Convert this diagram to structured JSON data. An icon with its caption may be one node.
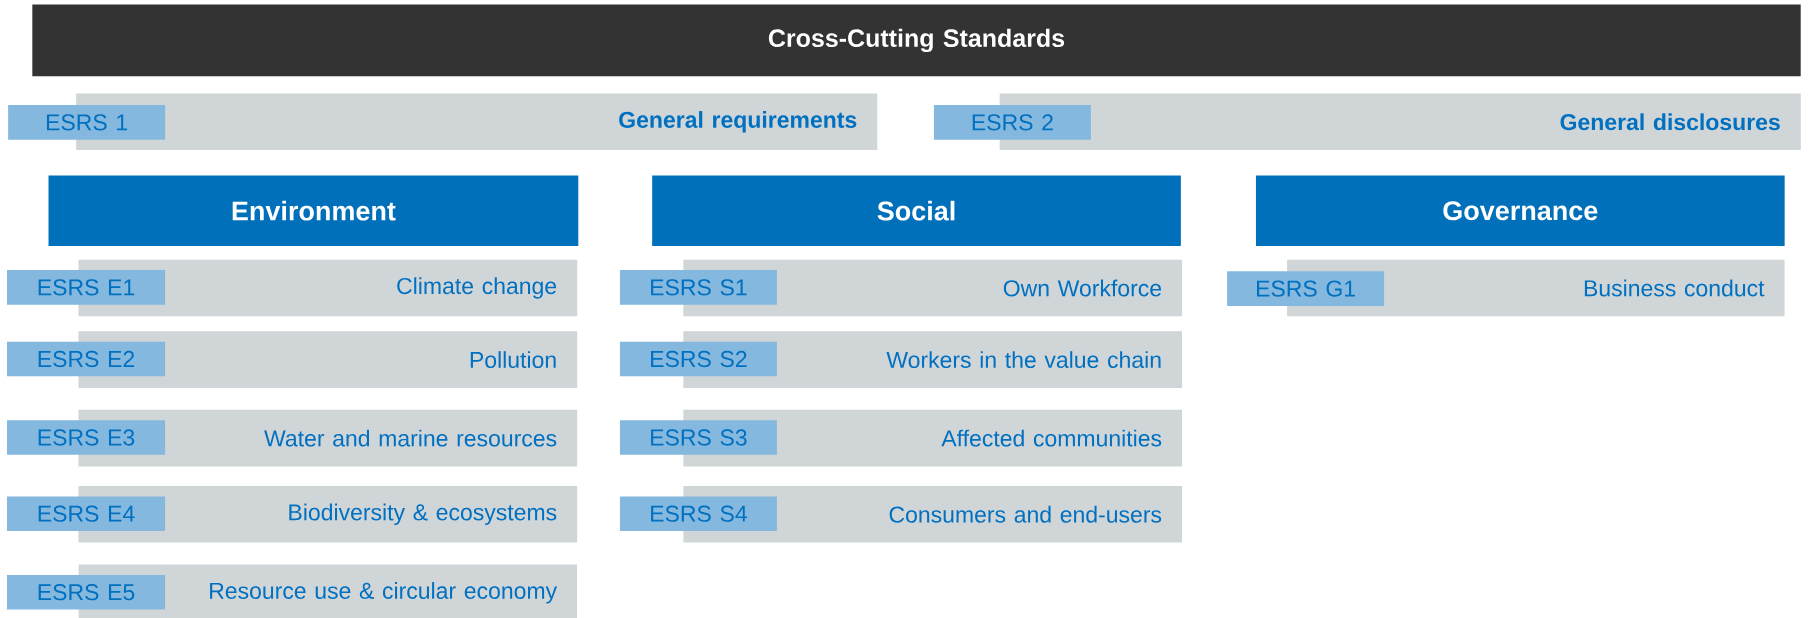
{
  "diagram": {
    "nodes": [
      {
        "text": [
          "Cross-Cutting Standards"
        ]
      },
      {
        "text": [
          "General requirements"
        ]
      },
      {
        "text": [
          "ESRS 1"
        ]
      },
      {
        "text": [
          "General disclosures"
        ]
      },
      {
        "text": [
          "ESRS 2"
        ]
      },
      {
        "text": [
          "Environment"
        ]
      },
      {
        "text": [
          "Climate change"
        ]
      },
      {
        "text": [
          "ESRS E1"
        ]
      },
      {
        "text": [
          "Pollution"
        ]
      },
      {
        "text": [
          "ESRS E2"
        ]
      },
      {
        "text": [
          "Water and marine resources"
        ]
      },
      {
        "text": [
          "ESRS E3"
        ]
      },
      {
        "text": [
          "Biodiversity & ecosystems"
        ]
      },
      {
        "text": [
          "ESRS E4"
        ]
      },
      {
        "text": [
          "Resource use & circular economy"
        ]
      },
      {
        "text": [
          "ESRS E5"
        ]
      },
      {
        "text": [
          "Social"
        ]
      },
      {
        "text": [
          "Own Workforce"
        ]
      },
      {
        "text": [
          "ESRS S1"
        ]
      },
      {
        "text": [
          "Workers in the value chain"
        ]
      },
      {
        "text": [
          "ESRS S2"
        ]
      },
      {
        "text": [
          "Affected communities"
        ]
      },
      {
        "text": [
          "ESRS S3"
        ]
      },
      {
        "text": [
          "Consumers and end-users"
        ]
      },
      {
        "text": [
          "ESRS S4"
        ]
      },
      {
        "text": [
          "Governance"
        ]
      },
      {
        "text": [
          "Business conduct"
        ]
      },
      {
        "text": [
          "ESRS G1"
        ]
      }
    ]
  }
}
